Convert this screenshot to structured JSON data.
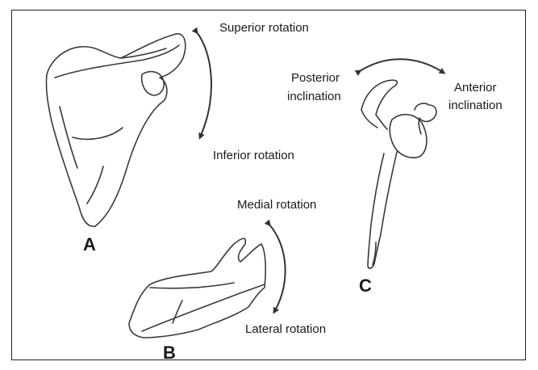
{
  "figure": {
    "panels": {
      "a": {
        "letter": "A",
        "labels": [
          "Superior rotation",
          "Inferior rotation"
        ]
      },
      "b": {
        "letter": "B",
        "labels": [
          "Medial rotation",
          "Lateral rotation"
        ]
      },
      "c": {
        "letter": "C",
        "labels": [
          "Posterior",
          "inclination",
          "Anterior",
          "inclination"
        ]
      }
    },
    "stroke_color": "#3a3a3a",
    "icons": [
      "scapula-anterior-view",
      "scapula-superior-view",
      "scapula-lateral-view",
      "double-headed-curved-arrow"
    ]
  }
}
